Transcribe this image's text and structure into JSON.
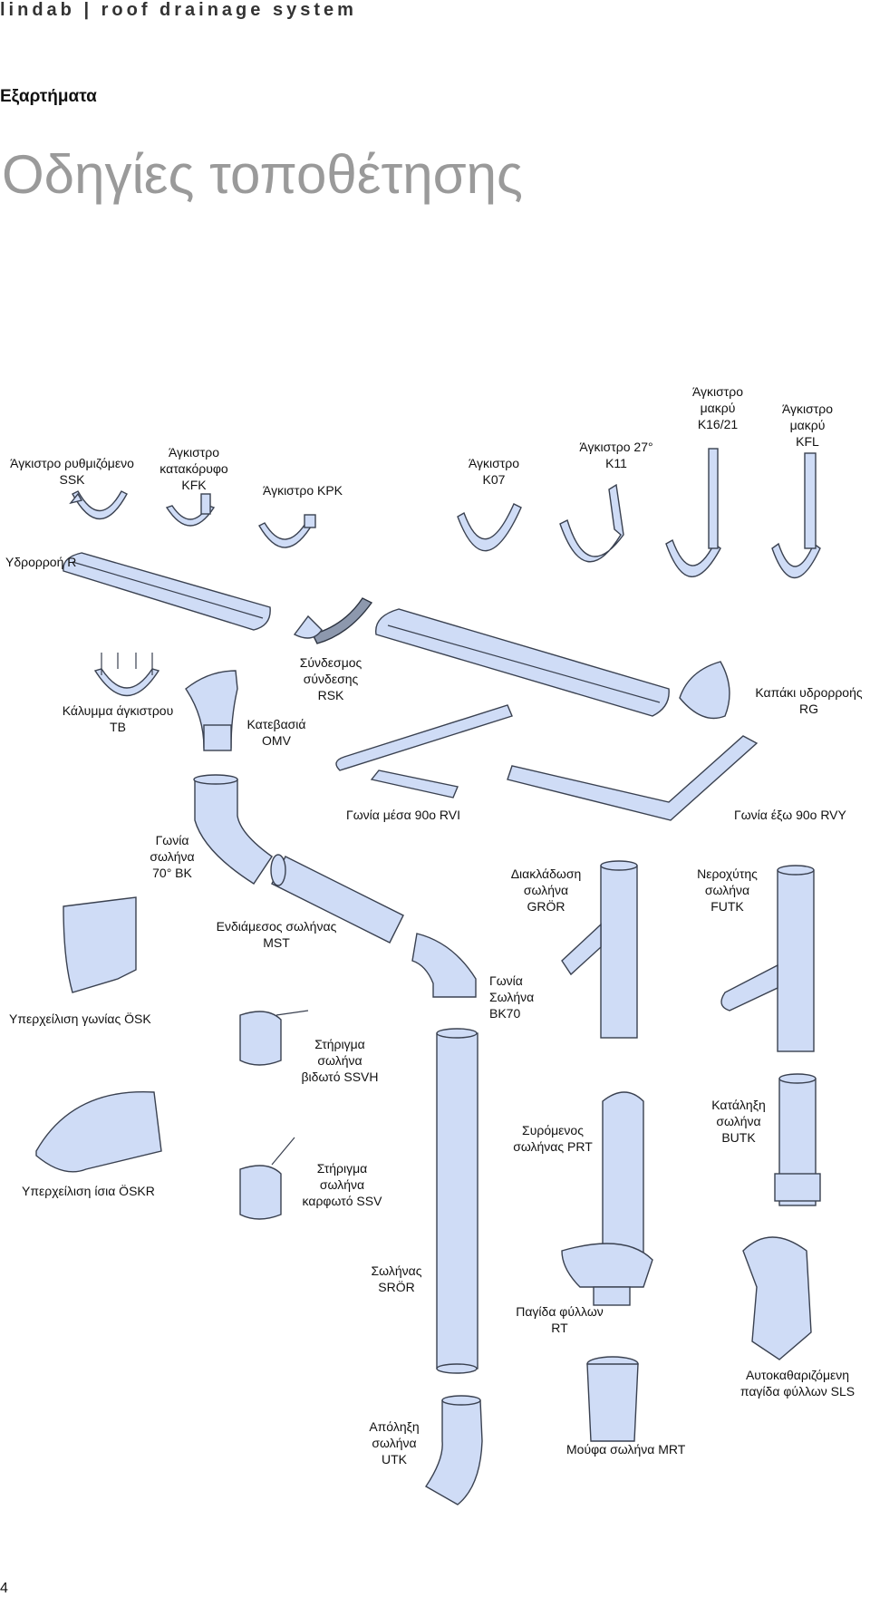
{
  "header": "lindab  |  roof drainage system",
  "title": "Οδηγίες τοποθέτησης",
  "section": "Εξαρτήματα",
  "page_number": "4",
  "labels": {
    "ssk": "Άγκιστρο ρυθμιζόμενο\nSSK",
    "kfk": "Άγκιστρο\nκατακόρυφο\nKFK",
    "kpk": "Άγκιστρο KPK",
    "k07": "Άγκιστρο\nK07",
    "k11": "Άγκιστρο  27°\nK11",
    "k1621": "Άγκιστρο\nμακρύ\nK16/21",
    "kfl": "Άγκιστρο\nμακρύ\nKFL",
    "r": "Υδρορροή R",
    "tb": "Κάλυμμα άγκιστρου\nTB",
    "omv": "Κατεβασιά\nOMV",
    "rsk": "Σύνδεσμος\nσύνδεσης\nRSK",
    "rg": "Καπάκι υδρορροής\nRG",
    "rvi": "Γωνία μέσα 90ο RVI",
    "rvy": "Γωνία έξω 90ο  RVY",
    "bk": "Γωνία\nσωλήνα\n70°  BK",
    "mst": "Ενδιάμεσος σωλήνας\nMST",
    "gror": "Διακλάδωση\nσωλήνα\nGRÖR",
    "futk": "Νεροχύτης\nσωλήνα\nFUTK",
    "osk": "Υπερχείλιση γωνίας ÖSK",
    "bk70": "Γωνία\nΣωλήνα\nBK70",
    "ssvh": "Στήριγμα\nσωλήνα\nβιδωτό SSVH",
    "prt": "Συρόμενος\nσωλήνας PRT",
    "butk": "Κατάληξη\nσωλήνα\nBUTK",
    "oskr": "Υπερχείλιση ίσια ÖSKR",
    "ssv": "Στήριγμα\nσωλήνα\nκαρφωτό SSV",
    "sror": "Σωλήνας\nSRÖR",
    "rt": "Παγίδα φύλλων\nRT",
    "sls": "Αυτοκαθαριζόμενη\nπαγίδα φύλλων SLS",
    "utk": "Απόληξη\nσωλήνα\nUTK",
    "mrt": "Μούφα σωλήνα MRT"
  },
  "colors": {
    "part_fill": "#cfdcf6",
    "outline": "#3a4150",
    "title_gray": "#9a9a9a"
  }
}
